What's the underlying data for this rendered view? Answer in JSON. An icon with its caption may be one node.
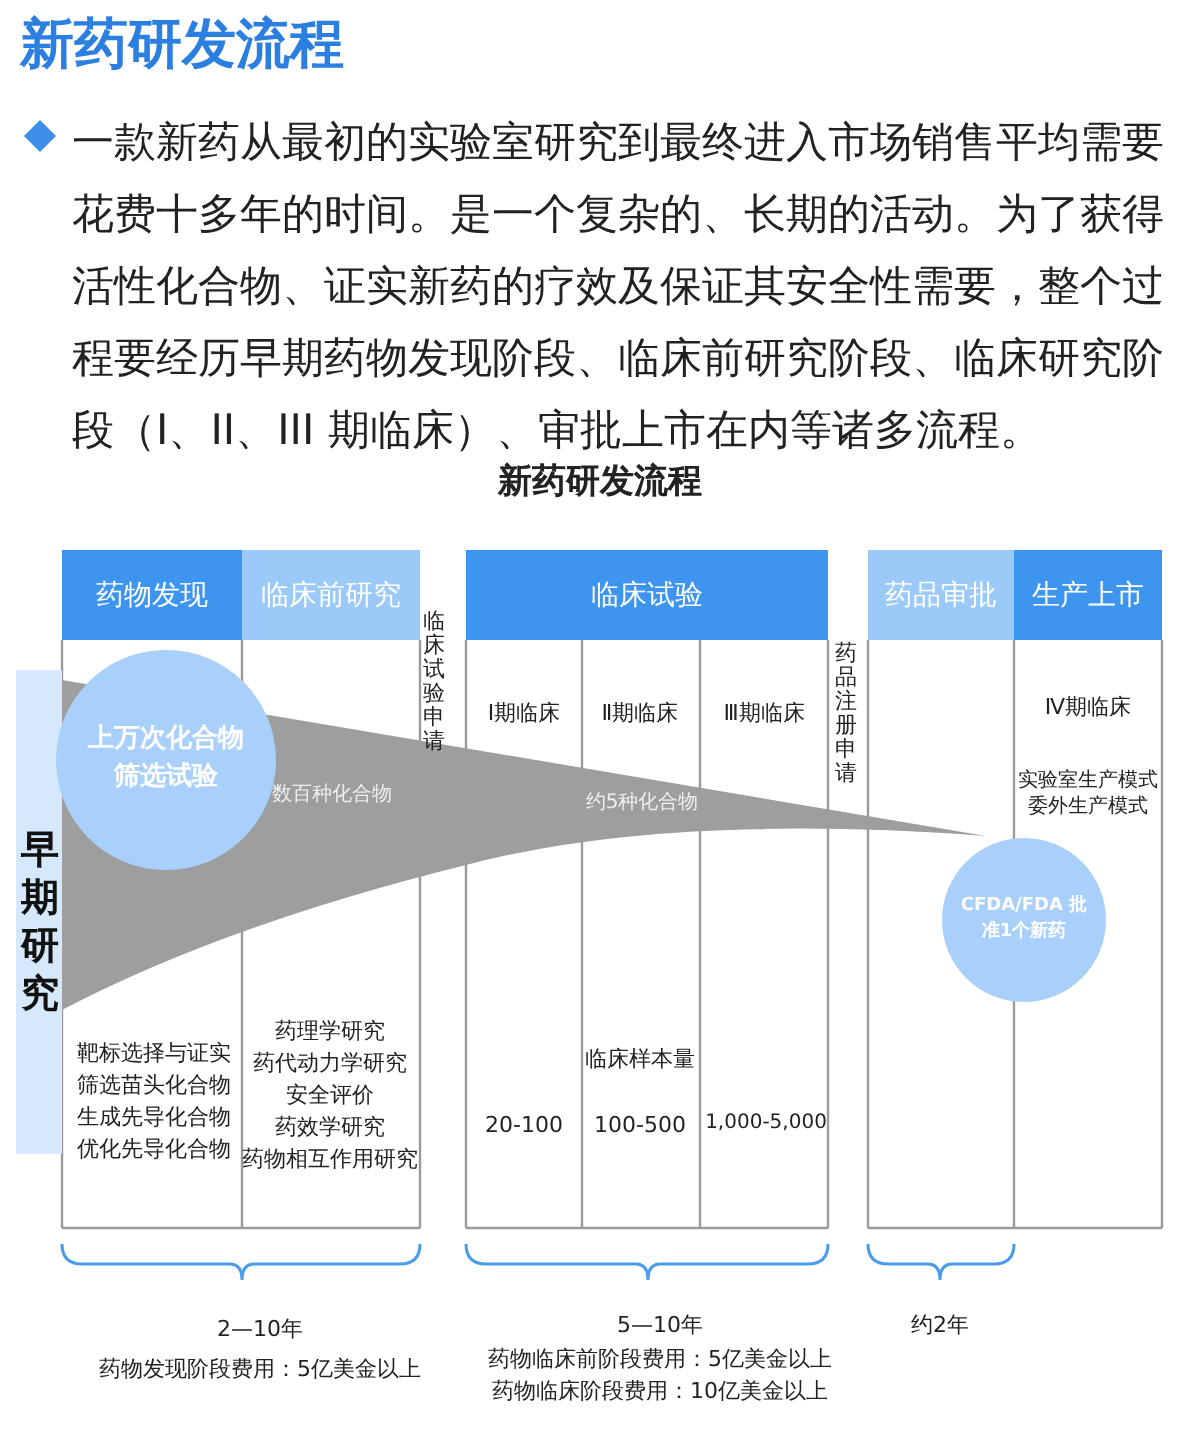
{
  "diagram": {
    "title": "新药研发流程",
    "nodes": [
      {
        "text": [
          "药物发现"
        ]
      },
      {
        "text": [
          "临床前研究"
        ]
      },
      {
        "text": [
          "临床试验"
        ]
      },
      {
        "text": [
          "药品审批"
        ]
      },
      {
        "text": [
          "生产上市"
        ]
      },
      {
        "text": [
          "早期研究"
        ]
      },
      {
        "text": [
          "数百种化合物",
          "约5种化合物"
        ]
      },
      {
        "text": [
          "上万次化合物筛选试验"
        ]
      },
      {
        "text": [
          "CFDA/FDA 批准1个新药"
        ]
      }
    ],
    "edges": [],
    "labels": [
      "一款新药从最初的实验室研究到最终进入市场销售平均需要花费十多年的时间。是一个复杂的、长期的活动。为了获得活性化合物、证实新药的疗效及保证其安全性需要，整个过程要经历早期药物发现阶段、临床前研究阶段、临床研究阶段（I、II、III 期临床）、审批上市在内等诸多流程。",
      "新药研发流程",
      "临床试验申请",
      "药品注册申请",
      "Ⅰ期临床",
      "Ⅱ期临床",
      "Ⅲ期临床",
      "Ⅳ期临床",
      "实验室生产模式",
      "委外生产模式",
      "靶标选择与证实",
      "筛选苗头化合物",
      "生成先导化合物",
      "优化先导化合物",
      "药理学研究",
      "药代动力学研究",
      "安全评价",
      "药效学研究",
      "药物相互作用研究",
      "临床样本量",
      "20-100",
      "100-500",
      "1,000-5,000",
      "2—10年",
      "药物发现阶段费用：5亿美金以上",
      "5—10年",
      "药物临床前阶段费用：5亿美金以上",
      "药物临床阶段费用：10亿美金以上",
      "约2年"
    ]
  }
}
